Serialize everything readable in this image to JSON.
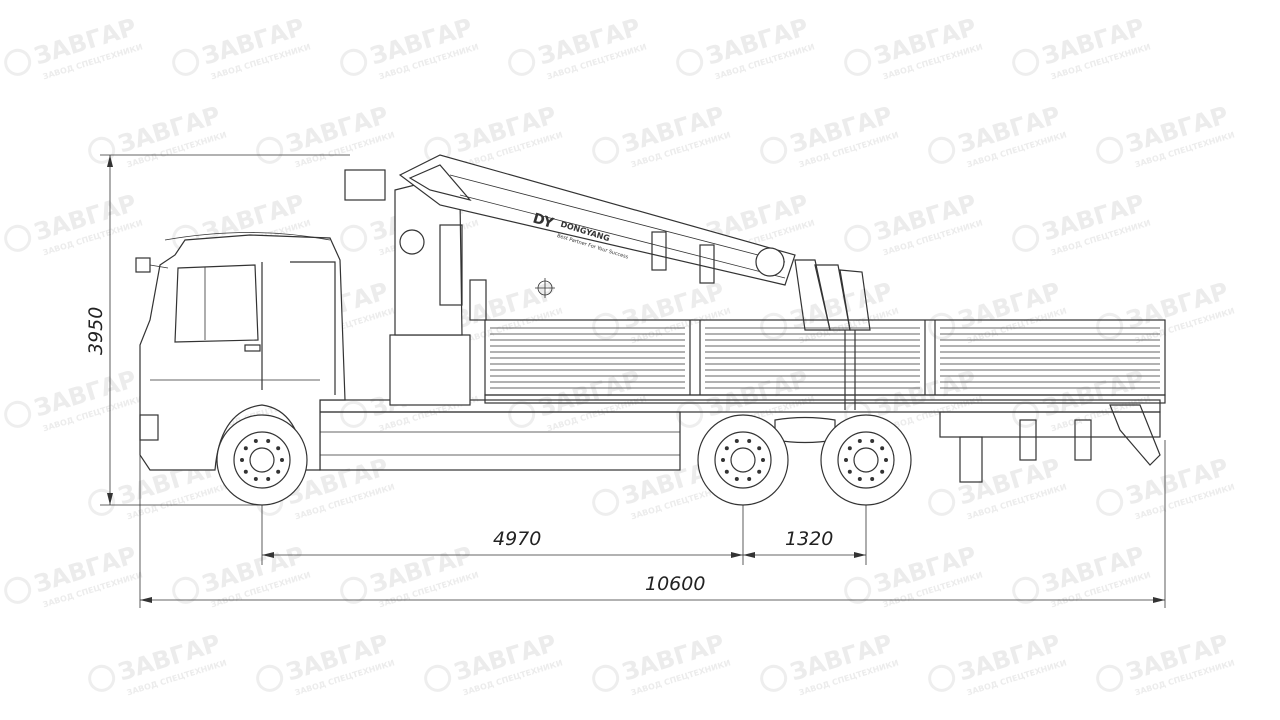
{
  "watermark": {
    "brand": "ЗАВГАР",
    "tagline": "ЗАВОД СПЕЦТЕХНИКИ"
  },
  "crane_logo": {
    "mark": "DY",
    "name": "DONGYANG",
    "slogan": "Best Partner For Your Success"
  },
  "dimensions": {
    "overall_height": "3950",
    "wheelbase_front_to_rear": "4970",
    "rear_axle_spacing": "1320",
    "overall_length": "10600"
  },
  "colors": {
    "line": "#333333",
    "watermark": "#ececec",
    "background": "#ffffff"
  }
}
